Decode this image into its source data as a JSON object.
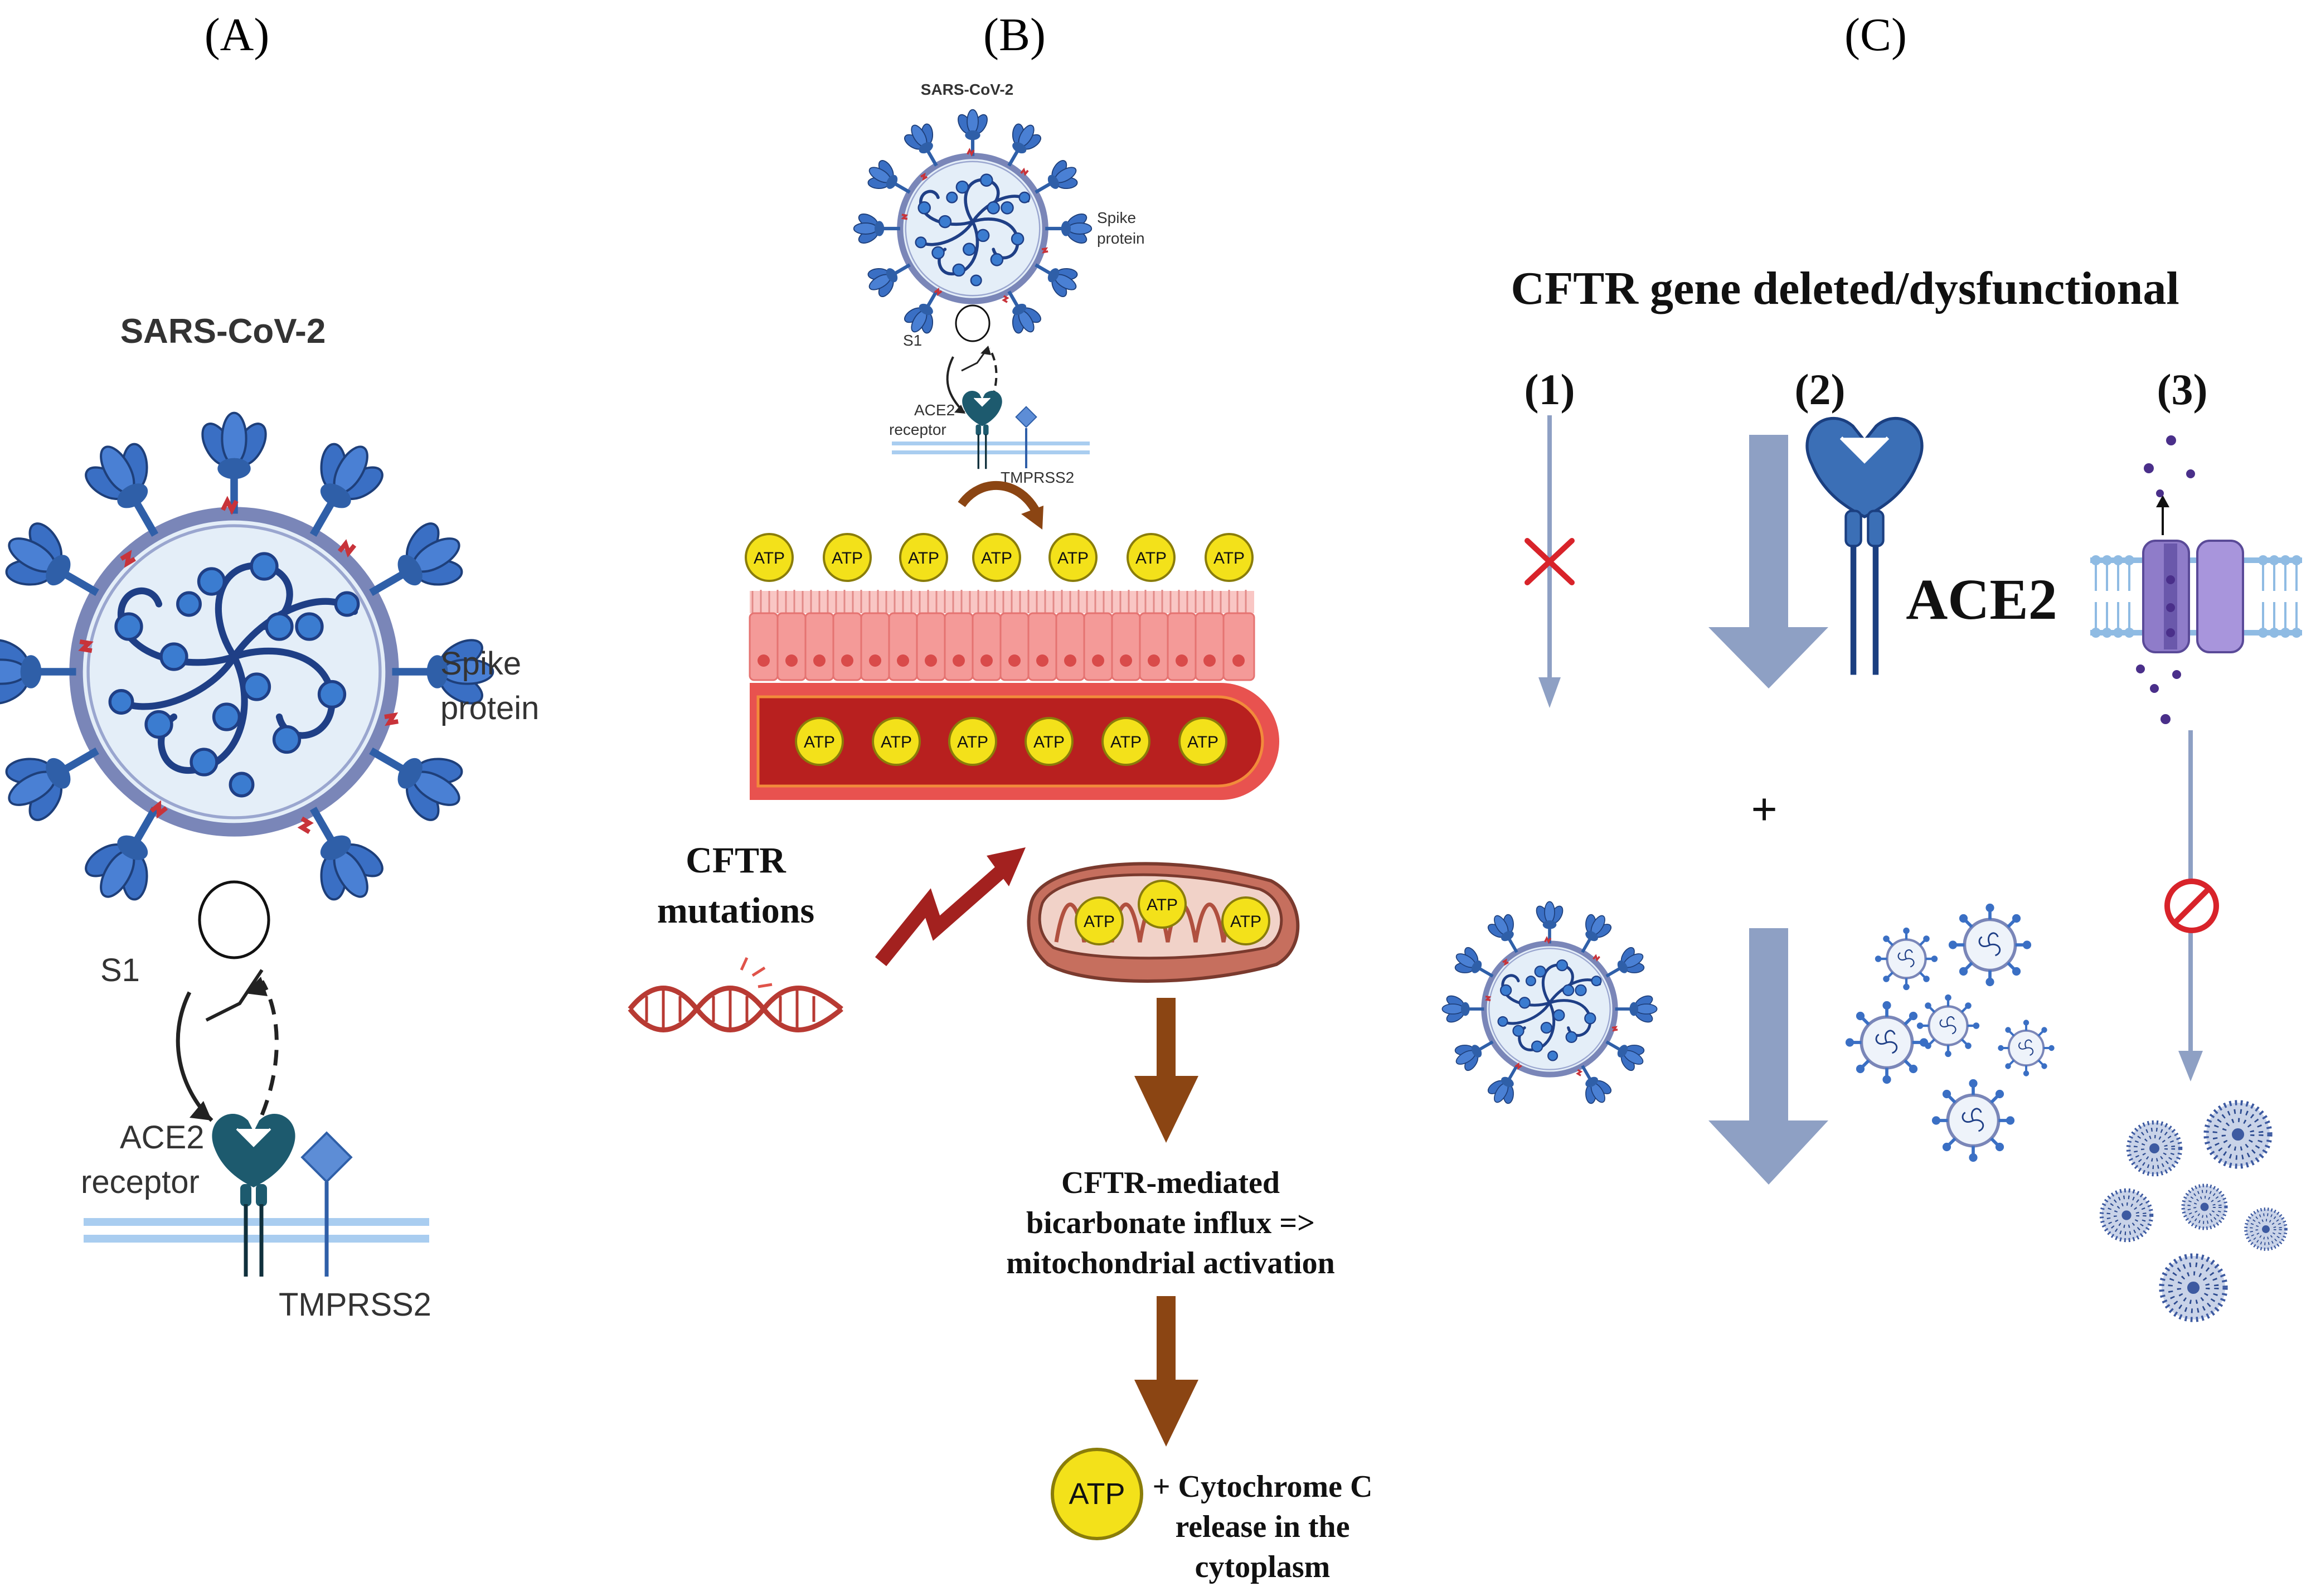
{
  "panels": {
    "a": {
      "label": "(A)",
      "virus_title": "SARS-CoV-2",
      "spike_label_1": "Spike",
      "spike_label_2": "protein",
      "s1_label": "S1",
      "ace2_label_1": "ACE2",
      "ace2_label_2": "receptor",
      "tmprss2_label": "TMPRSS2"
    },
    "b": {
      "label": "(B)",
      "virus_title": "SARS-CoV-2",
      "spike_label_1": "Spike",
      "spike_label_2": "protein",
      "s1_label": "S1",
      "ace2_label_1": "ACE2",
      "ace2_label_2": "receptor",
      "tmprss2_label": "TMPRSS2",
      "atp": "ATP",
      "cftr_mutations_1": "CFTR",
      "cftr_mutations_2": "mutations",
      "mediated_1": "CFTR-mediated",
      "mediated_2": "bicarbonate influx =>",
      "mediated_3": "mitochondrial activation",
      "release_1": "+ Cytochrome C",
      "release_2": "release in the",
      "release_3": "cytoplasm"
    },
    "c": {
      "label": "(C)",
      "title": "CFTR gene deleted/dysfunctional",
      "item1": "(1)",
      "item2": "(2)",
      "item3": "(3)",
      "ace2": "ACE2",
      "plus": "+"
    }
  },
  "colors": {
    "virus_blue": "#2f5fa8",
    "spike_blue": "#3a6fc4",
    "envelope": "#7a86b8",
    "arrow_blue_grey": "#8ea0c4",
    "atp_yellow": "#f3e11a",
    "epithelium": "#f49a98",
    "vessel": "#b8201f",
    "brown_arrow": "#8b4513",
    "dna_red": "#b83a33",
    "ace2_teal": "#1d5a6e",
    "inhibit_red": "#d8232a"
  }
}
